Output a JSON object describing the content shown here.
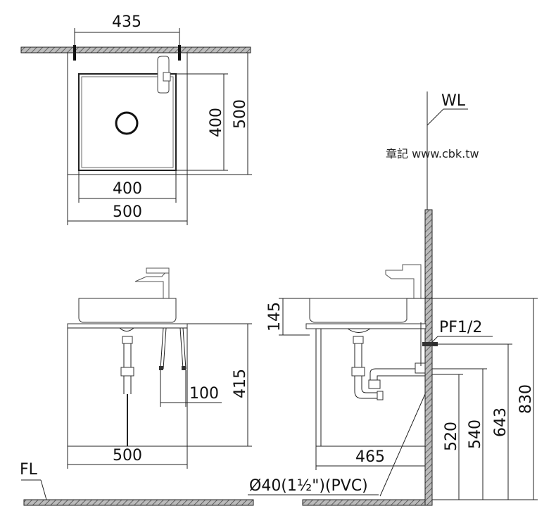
{
  "watermark": "章記 www.cbk.tw",
  "labels": {
    "water_level": "WL",
    "floor_level": "FL",
    "supply_fitting": "PF1/2",
    "drain_pipe": "Ø40(1½\")(PVC)"
  },
  "top_view": {
    "mount_spacing": "435",
    "bowl_depth": "400",
    "vanity_depth": "500",
    "bowl_width": "400",
    "vanity_width": "500"
  },
  "front_view": {
    "basin_height": "145",
    "cabinet_height": "415",
    "pipe_offset": "100",
    "cabinet_width": "500"
  },
  "side_view": {
    "cabinet_depth": "465",
    "drain_height": "520",
    "supply_height": "540",
    "fitting_height": "643",
    "rim_height": "830"
  }
}
